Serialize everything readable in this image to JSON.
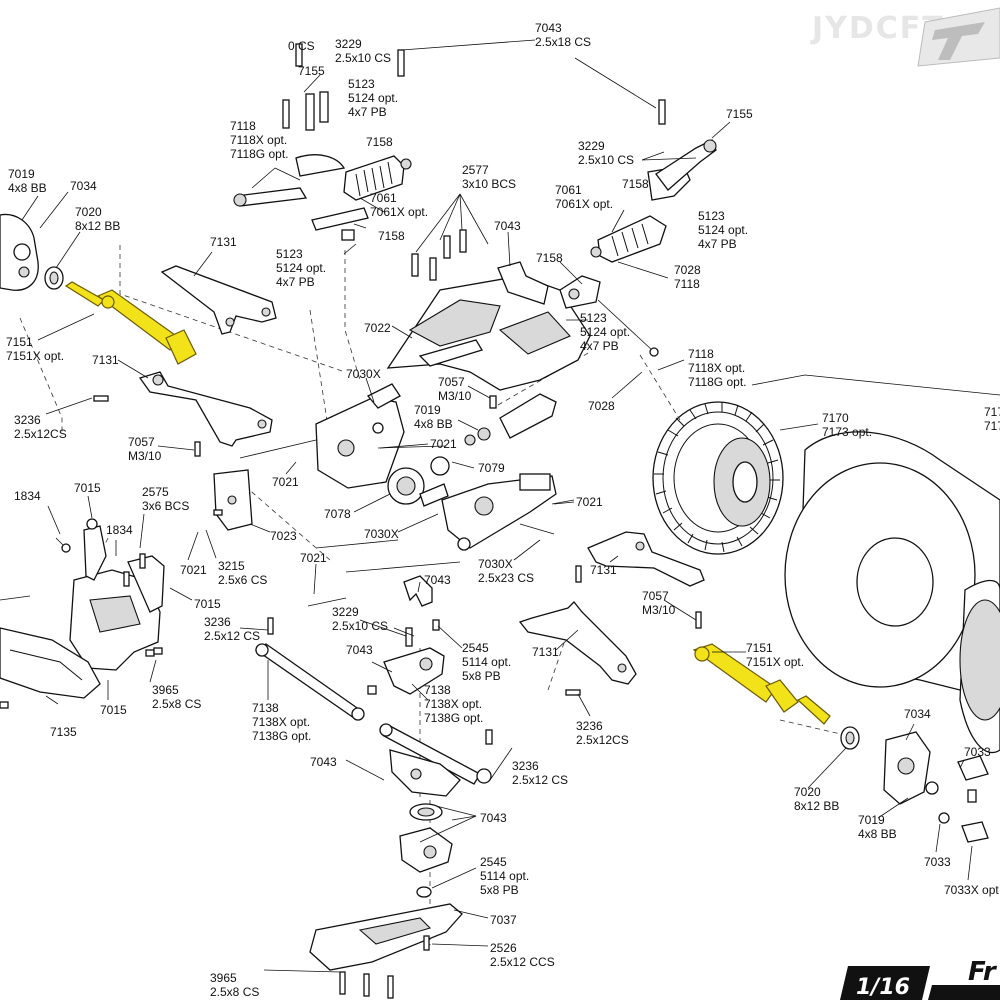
{
  "watermark": "JYDCFT",
  "logo_text": "1/16",
  "corner_text": "Fr",
  "labels": {
    "l_cs_top": "0 CS",
    "l_3229a": "3229",
    "l_3229a_s": "2.5x10 CS",
    "l_7155a": "7155",
    "l_5123a": "5123",
    "l_5123a_o": "5124 opt.",
    "l_5123a_s": "4x7 PB",
    "l_7043a": "7043",
    "l_7043a_s": "2.5x18 CS",
    "l_7155b": "7155",
    "l_7118a": "7118",
    "l_7118a_x": "7118X opt.",
    "l_7118a_g": "7118G opt.",
    "l_7158a": "7158",
    "l_3229b": "3229",
    "l_3229b_s": "2.5x10 CS",
    "l_7019a": "7019",
    "l_7019a_s": "4x8 BB",
    "l_7034a": "7034",
    "l_2577": "2577",
    "l_2577_s": "3x10 BCS",
    "l_7061a": "7061",
    "l_7061a_x": "7061X opt.",
    "l_7061b": "7061",
    "l_7061b_x": "7061X opt.",
    "l_7158b": "7158",
    "l_5123b": "5123",
    "l_5123b_o": "5124 opt.",
    "l_5123b_s": "4x7 PB",
    "l_7020a": "7020",
    "l_7020a_s": "8x12 BB",
    "l_7158c": "7158",
    "l_7043b": "7043",
    "l_7131a": "7131",
    "l_5123c": "5123",
    "l_5123c_o": "5124 opt.",
    "l_5123c_s": "4x7 PB",
    "l_7158d": "7158",
    "l_7028a": "7028",
    "l_7118b": "7118",
    "l_5123d": "5123",
    "l_5123d_o": "5124 opt.",
    "l_5123d_s": "4x7 PB",
    "l_7022": "7022",
    "l_7151a": "7151",
    "l_7151a_x": "7151X opt.",
    "l_7131b": "7131",
    "l_7030xa": "7030X",
    "l_7118c": "7118",
    "l_7118c_x": "7118X opt.",
    "l_7118c_g": "7118G opt.",
    "l_7057a": "7057",
    "l_7057a_s": "M3/10",
    "l_7028b": "7028",
    "l_3236a": "3236",
    "l_3236a_s": "2.5x12CS",
    "l_7019b": "7019",
    "l_7019b_s": "4x8 BB",
    "l_7170": "7170",
    "l_7170_o": "7173 opt.",
    "l_717": "717",
    "l_717b": "717",
    "l_7057b": "7057",
    "l_7057b_s": "M3/10",
    "l_7021a": "7021",
    "l_7079": "7079",
    "l_7021b": "7021",
    "l_1834a": "1834",
    "l_7015a": "7015",
    "l_2575": "2575",
    "l_2575_s": "3x6 BCS",
    "l_7078": "7078",
    "l_7021c": "7021",
    "l_1834b": "1834",
    "l_7023": "7023",
    "l_7030xb": "7030X",
    "l_7021d": "7021",
    "l_3215": "3215",
    "l_3215_s": "2.5x6 CS",
    "l_7021e": "7021",
    "l_7030xc": "7030X",
    "l_7030xc_s": "2.5x23 CS",
    "l_7131c": "7131",
    "l_7015b": "7015",
    "l_7043c": "7043",
    "l_7057c": "7057",
    "l_7057c_s": "M3/10",
    "l_3236b": "3236",
    "l_3236b_s": "2.5x12 CS",
    "l_3229c": "3229",
    "l_3229c_s": "2.5x10 CS",
    "l_7043d": "7043",
    "l_2545a": "2545",
    "l_2545a_o": "5114 opt.",
    "l_2545a_s": "5x8 PB",
    "l_7131d": "7131",
    "l_7151b": "7151",
    "l_7151b_x": "7151X opt.",
    "l_3965a": "3965",
    "l_3965a_s": "2.5x8 CS",
    "l_7138a": "7138",
    "l_7138a_x": "7138X opt.",
    "l_7138a_g": "7138G opt.",
    "l_7138b": "7138",
    "l_7138b_x": "7138X opt.",
    "l_7138b_g": "7138G opt.",
    "l_7015c": "7015",
    "l_7135": "7135",
    "l_3236c": "3236",
    "l_3236c_s": "2.5x12CS",
    "l_7034b": "7034",
    "l_7033a": "7033",
    "l_3236d": "3236",
    "l_3236d_s": "2.5x12 CS",
    "l_7043e": "7043",
    "l_7020b": "7020",
    "l_7020b_s": "8x12 BB",
    "l_7043f": "7043",
    "l_7019c": "7019",
    "l_7019c_s": "4x8 BB",
    "l_7033b": "7033",
    "l_2545b": "2545",
    "l_2545b_o": "5114 opt.",
    "l_2545b_s": "5x8 PB",
    "l_7033x": "7033X opt",
    "l_7037": "7037",
    "l_2526": "2526",
    "l_2526_s": "2.5x12 CCS",
    "l_3965b": "3965",
    "l_3965b_s": "2.5x8 CS"
  }
}
